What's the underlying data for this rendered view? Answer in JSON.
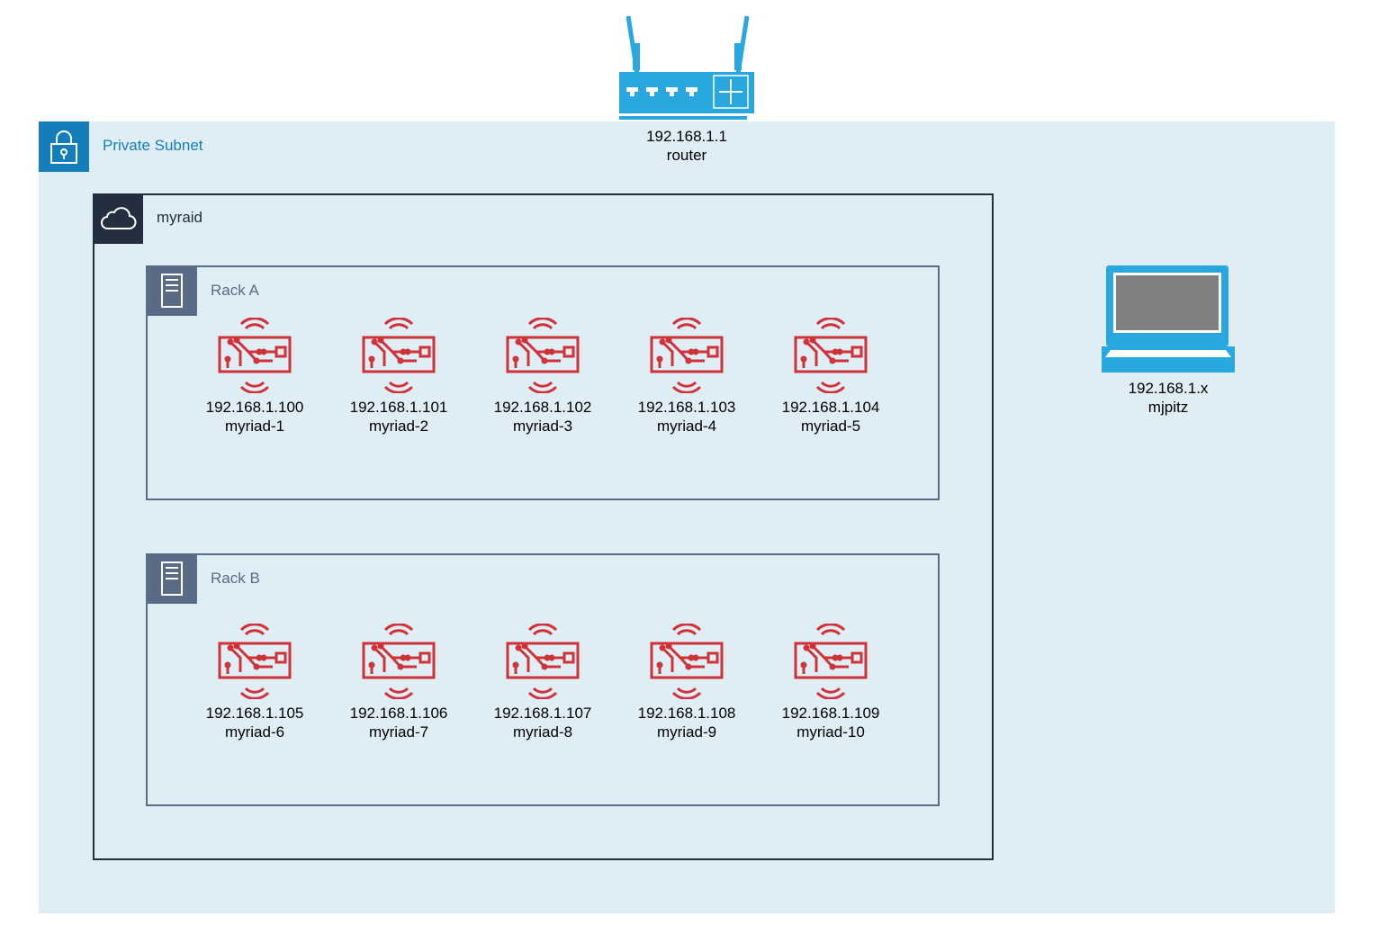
{
  "colors": {
    "subnet_fill": "#dfedf5",
    "subnet_accent": "#147eba",
    "cloud_border": "#232f3e",
    "rack_border": "#5a6b86",
    "device_red": "#d13239",
    "router_blue": "#29a8e0",
    "laptop_blue": "#29a8e0",
    "laptop_screen": "#808080"
  },
  "subnet": {
    "label": "Private Subnet",
    "icon": "lock-icon"
  },
  "cloud": {
    "label": "myraid",
    "icon": "cloud-icon"
  },
  "router": {
    "ip": "192.168.1.1",
    "name": "router",
    "icon": "router-icon"
  },
  "laptop": {
    "ip": "192.168.1.x",
    "name": "mjpitz",
    "icon": "laptop-icon"
  },
  "racks": [
    {
      "label": "Rack A",
      "icon": "server-rack-icon",
      "devices": [
        {
          "ip": "192.168.1.100",
          "name": "myriad-1",
          "icon": "iot-board-icon"
        },
        {
          "ip": "192.168.1.101",
          "name": "myriad-2",
          "icon": "iot-board-icon"
        },
        {
          "ip": "192.168.1.102",
          "name": "myriad-3",
          "icon": "iot-board-icon"
        },
        {
          "ip": "192.168.1.103",
          "name": "myriad-4",
          "icon": "iot-board-icon"
        },
        {
          "ip": "192.168.1.104",
          "name": "myriad-5",
          "icon": "iot-board-icon"
        }
      ]
    },
    {
      "label": "Rack B",
      "icon": "server-rack-icon",
      "devices": [
        {
          "ip": "192.168.1.105",
          "name": "myriad-6",
          "icon": "iot-board-icon"
        },
        {
          "ip": "192.168.1.106",
          "name": "myriad-7",
          "icon": "iot-board-icon"
        },
        {
          "ip": "192.168.1.107",
          "name": "myriad-8",
          "icon": "iot-board-icon"
        },
        {
          "ip": "192.168.1.108",
          "name": "myriad-9",
          "icon": "iot-board-icon"
        },
        {
          "ip": "192.168.1.109",
          "name": "myriad-10",
          "icon": "iot-board-icon"
        }
      ]
    }
  ]
}
